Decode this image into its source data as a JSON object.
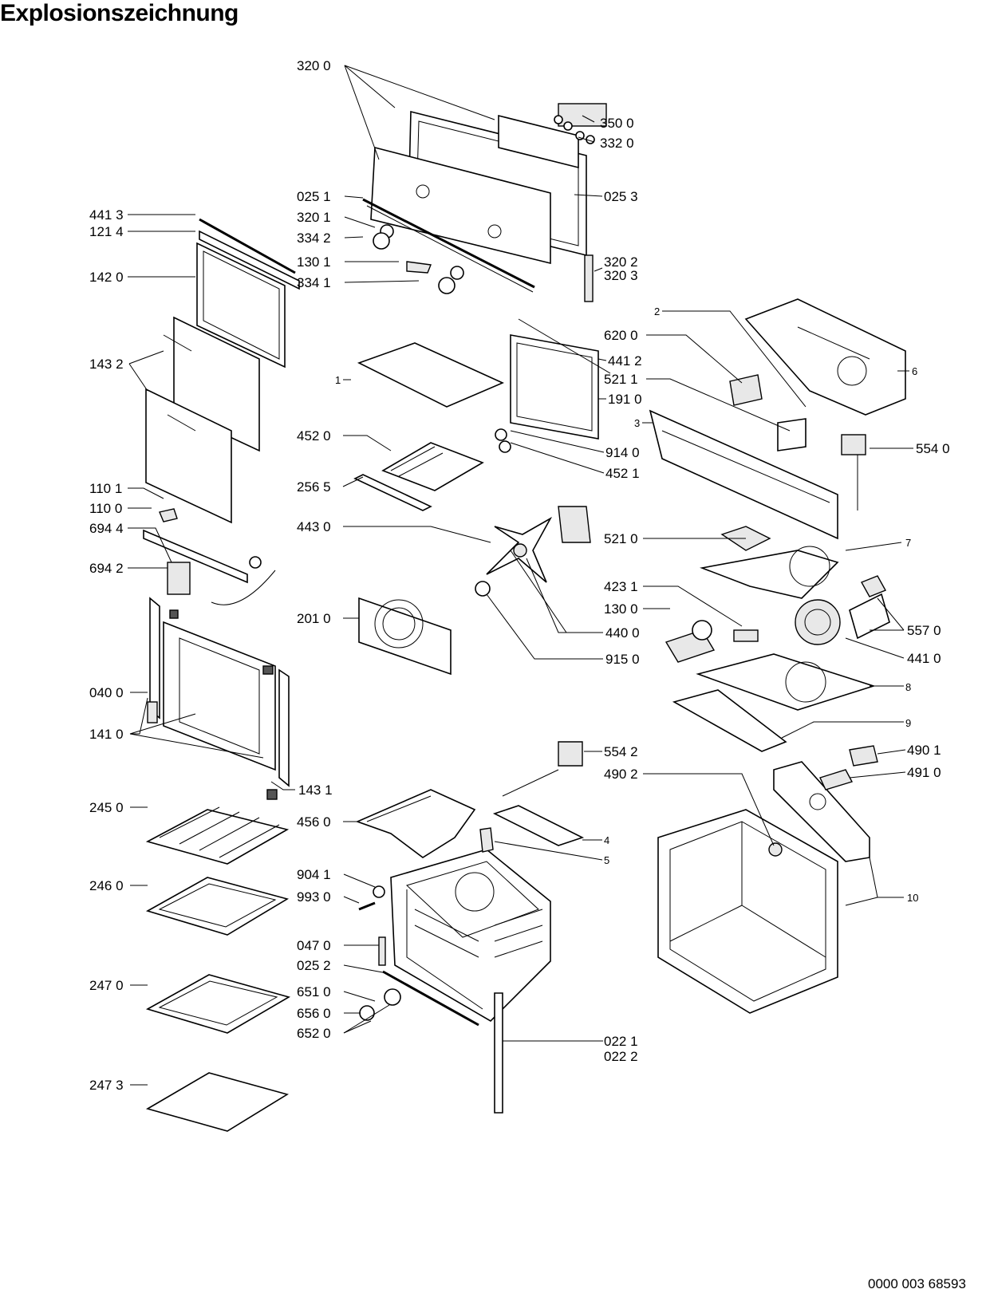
{
  "title": "Explosionszeichnung",
  "doc_number": "0000 003 68593",
  "labels": [
    "320 0",
    "350 0",
    "332 0",
    "025 1",
    "025 3",
    "320 1",
    "334 2",
    "130 1",
    "320 2",
    "320 3",
    "334 1",
    "441 3",
    "121 4",
    "142 0",
    "143 2",
    "2",
    "620 0",
    "6",
    "441 2",
    "1",
    "521 1",
    "191 0",
    "3",
    "452 0",
    "914 0",
    "554 0",
    "452 1",
    "256 5",
    "110 1",
    "110 0",
    "694 4",
    "443 0",
    "521 0",
    "7",
    "694 2",
    "423 1",
    "130 0",
    "557 0",
    "201 0",
    "440 0",
    "441 0",
    "915 0",
    "040 0",
    "8",
    "141 0",
    "9",
    "554 2",
    "490 1",
    "490 2",
    "491 0",
    "143 1",
    "245 0",
    "456 0",
    "4",
    "5",
    "904 1",
    "993 0",
    "10",
    "246 0",
    "047 0",
    "025 2",
    "651 0",
    "656 0",
    "652 0",
    "247 0",
    "022 1",
    "022 2",
    "247 3"
  ]
}
